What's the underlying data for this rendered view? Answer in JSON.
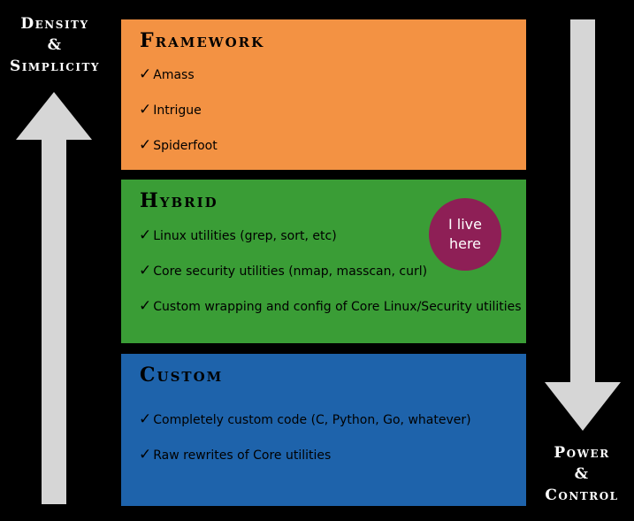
{
  "left_label": {
    "line1": "Density",
    "line2": "&",
    "line3": "Simplicity"
  },
  "right_label": {
    "line1": "Power",
    "line2": "&",
    "line3": "Control"
  },
  "check_glyph": "✓",
  "layers": [
    {
      "title": "Framework",
      "color": "#F39243",
      "items": [
        "Amass",
        "Intrigue",
        "Spiderfoot"
      ]
    },
    {
      "title": "Hybrid",
      "color": "#3A9D36",
      "items": [
        "Linux utilities (grep, sort, etc)",
        "Core security utilities (nmap, masscan, curl)",
        "Custom wrapping and config of Core Linux/Security utilities"
      ]
    },
    {
      "title": "Custom",
      "color": "#1E63AB",
      "items": [
        "Completely custom code (C, Python, Go, whatever)",
        "Raw rewrites of Core utilities"
      ]
    }
  ],
  "badge": {
    "text": "I live here",
    "color": "#8E1F56"
  },
  "colors": {
    "arrow": "#D6D6D6",
    "background": "#000000"
  }
}
